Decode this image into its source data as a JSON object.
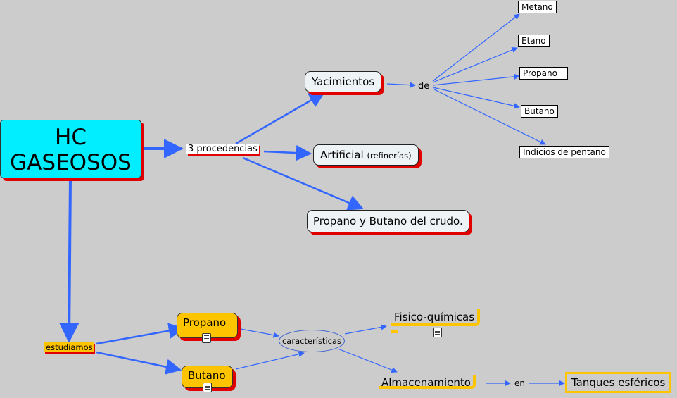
{
  "diagram": {
    "main": {
      "line1": "HC",
      "line2": "GASEOSOS"
    },
    "tres_procedencias": "3 procedencias",
    "yacimientos": "Yacimientos",
    "de": "de",
    "gases": [
      "Metano",
      "Etano",
      "Propano",
      "Butano",
      "Indicios de pentano"
    ],
    "artificial": "Artificial",
    "refinerias": "(refinerías)",
    "propano_butano_crudo": "Propano y Butano del crudo.",
    "estudiamos": "estudiamos",
    "propano": "Propano",
    "butano": "Butano",
    "caracteristicas": "características",
    "fisico_quimicas": "Fisico-químicas",
    "almacenamiento": "Almacenamiento",
    "en": "en",
    "tanques": "Tanques esféricos"
  },
  "colors": {
    "background": "#cccccc",
    "link": "#3366ff",
    "main_node": "#00eeff",
    "shadow": "#e00000",
    "highlight": "#ffc400"
  },
  "icons": [
    "document-icon"
  ]
}
